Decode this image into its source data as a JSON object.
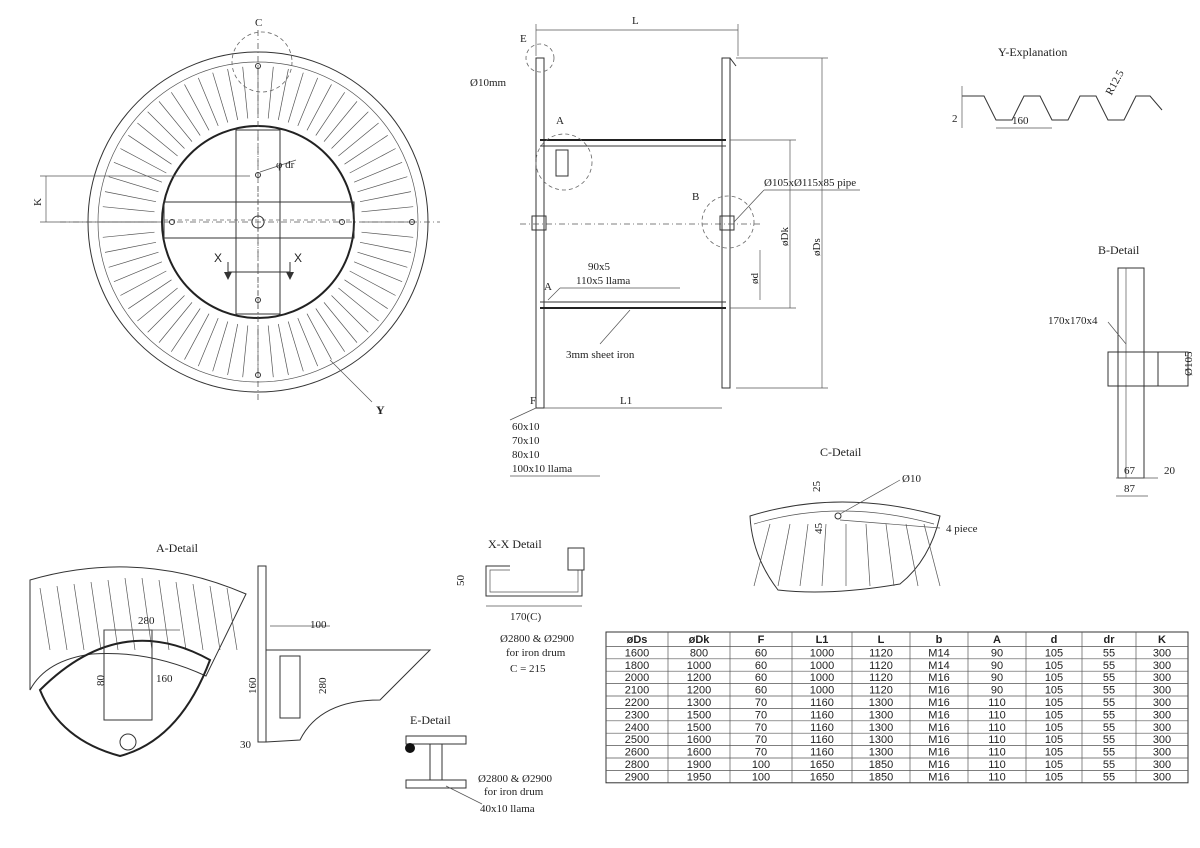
{
  "drawing": {
    "front_view": {
      "section_marker": "C",
      "dim_dr": "φ dr",
      "dim_k": "K",
      "section_left": "X",
      "section_right": "X",
      "profile_label": "Y"
    },
    "side_view": {
      "dim_L": "L",
      "hole_label": "Ø10mm",
      "detail_e": "E",
      "detail_a_top": "A",
      "detail_a_bottom": "A",
      "detail_b": "B",
      "detail_f": "F",
      "pipe_label": "Ø105xØ115x85 pipe",
      "flat_bar_1": "90x5",
      "flat_bar_2": "110x5  llama",
      "sheet_label": "3mm sheet iron",
      "dim_L1": "L1",
      "dim_d": "ød",
      "dim_dk": "øDk",
      "dim_ds": "øDs",
      "bars": [
        "60x10",
        "70x10",
        "80x10",
        "100x10  llama"
      ]
    },
    "y_explanation": {
      "title": "Y-Explanation",
      "radius": "R12.5",
      "pitch": "160",
      "height": "2"
    },
    "b_detail": {
      "title": "B-Detail",
      "profile": "170x170x4",
      "diameter": "Ø105",
      "dim_67": "67",
      "dim_20": "20",
      "dim_87": "87"
    },
    "c_detail": {
      "title": "C-Detail",
      "hole": "Ø10",
      "dim_25": "25",
      "dim_45": "45",
      "pieces": "4 piece"
    },
    "a_detail": {
      "title": "A-Detail",
      "dim_280_top": "280",
      "dim_80": "80",
      "dim_160_left": "160",
      "dim_100": "100",
      "dim_160_right": "160",
      "dim_280_right": "280",
      "dim_30": "30"
    },
    "xx_detail": {
      "title": "X-X Detail",
      "dim_50": "50",
      "dim_170": "170(C)",
      "note_1": "Ø2800 & Ø2900",
      "note_2": "for iron drum",
      "note_3": "C = 215"
    },
    "e_detail": {
      "title": "E-Detail",
      "note_1": "Ø2800 & Ø2900",
      "note_2": "for iron drum",
      "bar": "40x10 llama"
    }
  },
  "table": {
    "headers": [
      "øDs",
      "øDk",
      "F",
      "L1",
      "L",
      "b",
      "A",
      "d",
      "dr",
      "K"
    ],
    "rows": [
      [
        "1600",
        "800",
        "60",
        "1000",
        "1120",
        "M14",
        "90",
        "105",
        "55",
        "300"
      ],
      [
        "1800",
        "1000",
        "60",
        "1000",
        "1120",
        "M14",
        "90",
        "105",
        "55",
        "300"
      ],
      [
        "2000",
        "1200",
        "60",
        "1000",
        "1120",
        "M16",
        "90",
        "105",
        "55",
        "300"
      ],
      [
        "2100",
        "1200",
        "60",
        "1000",
        "1120",
        "M16",
        "90",
        "105",
        "55",
        "300"
      ],
      [
        "2200",
        "1300",
        "70",
        "1160",
        "1300",
        "M16",
        "110",
        "105",
        "55",
        "300"
      ],
      [
        "2300",
        "1500",
        "70",
        "1160",
        "1300",
        "M16",
        "110",
        "105",
        "55",
        "300"
      ],
      [
        "2400",
        "1500",
        "70",
        "1160",
        "1300",
        "M16",
        "110",
        "105",
        "55",
        "300"
      ],
      [
        "2500",
        "1600",
        "70",
        "1160",
        "1300",
        "M16",
        "110",
        "105",
        "55",
        "300"
      ],
      [
        "2600",
        "1600",
        "70",
        "1160",
        "1300",
        "M16",
        "110",
        "105",
        "55",
        "300"
      ],
      [
        "2800",
        "1900",
        "100",
        "1650",
        "1850",
        "M16",
        "110",
        "105",
        "55",
        "300"
      ],
      [
        "2900",
        "1950",
        "100",
        "1650",
        "1850",
        "M16",
        "110",
        "105",
        "55",
        "300"
      ]
    ]
  }
}
